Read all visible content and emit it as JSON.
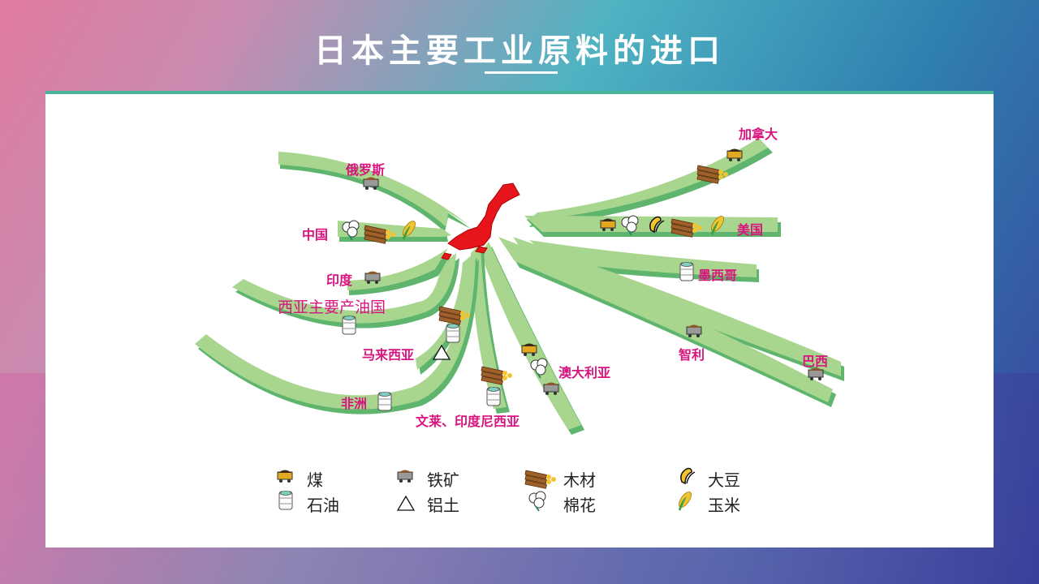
{
  "title": "日本主要工业原料的进口",
  "labels": {
    "canada": "加拿大",
    "russia": "俄罗斯",
    "china": "中国",
    "usa": "美国",
    "india": "印度",
    "mexico": "墨西哥",
    "west_asia": "西亚主要产油国",
    "malaysia": "马来西亚",
    "chile": "智利",
    "brazil": "巴西",
    "australia": "澳大利亚",
    "africa": "非洲",
    "brunei_indonesia": "文莱、印度尼西亚"
  },
  "legend": {
    "coal": "煤",
    "iron_ore": "铁矿",
    "timber": "木材",
    "soybean": "大豆",
    "oil": "石油",
    "bauxite": "铝土",
    "cotton": "棉花",
    "corn": "玉米"
  },
  "colors": {
    "arrow_fill": "#a9d68f",
    "arrow_shadow": "#5fb56e",
    "japan": "#e8141c",
    "label": "#d8147e"
  }
}
